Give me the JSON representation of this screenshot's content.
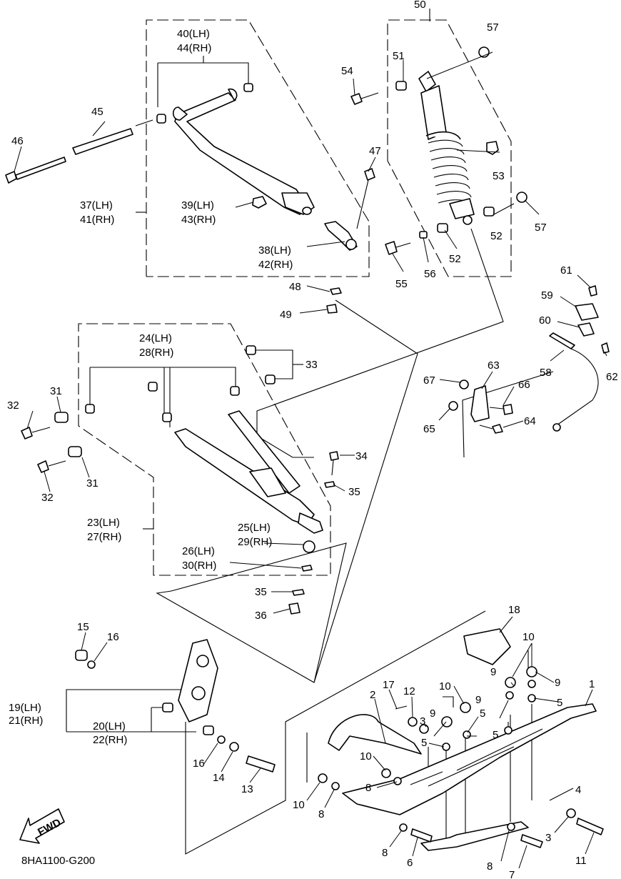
{
  "diagram_code": "8HA1100-G200",
  "fwd_label": "FWD",
  "callouts": [
    {
      "id": "c50",
      "text": "50"
    },
    {
      "id": "c57a",
      "text": "57"
    },
    {
      "id": "c51",
      "text": "51"
    },
    {
      "id": "c54",
      "text": "54"
    },
    {
      "id": "c40",
      "text": "40(LH)"
    },
    {
      "id": "c44",
      "text": "44(RH)"
    },
    {
      "id": "c45",
      "text": "45"
    },
    {
      "id": "c46",
      "text": "46"
    },
    {
      "id": "c47",
      "text": "47"
    },
    {
      "id": "c53",
      "text": "53"
    },
    {
      "id": "c37",
      "text": "37(LH)"
    },
    {
      "id": "c41",
      "text": "41(RH)"
    },
    {
      "id": "c39",
      "text": "39(LH)"
    },
    {
      "id": "c43",
      "text": "43(RH)"
    },
    {
      "id": "c57b",
      "text": "57"
    },
    {
      "id": "c52a",
      "text": "52"
    },
    {
      "id": "c52b",
      "text": "52"
    },
    {
      "id": "c38",
      "text": "38(LH)"
    },
    {
      "id": "c42",
      "text": "42(RH)"
    },
    {
      "id": "c55",
      "text": "55"
    },
    {
      "id": "c56",
      "text": "56"
    },
    {
      "id": "c48",
      "text": "48"
    },
    {
      "id": "c49",
      "text": "49"
    },
    {
      "id": "c61",
      "text": "61"
    },
    {
      "id": "c59",
      "text": "59"
    },
    {
      "id": "c60",
      "text": "60"
    },
    {
      "id": "c24",
      "text": "24(LH)"
    },
    {
      "id": "c28",
      "text": "28(RH)"
    },
    {
      "id": "c33",
      "text": "33"
    },
    {
      "id": "c58",
      "text": "58"
    },
    {
      "id": "c62",
      "text": "62"
    },
    {
      "id": "c67",
      "text": "67"
    },
    {
      "id": "c63",
      "text": "63"
    },
    {
      "id": "c66",
      "text": "66"
    },
    {
      "id": "c32a",
      "text": "32"
    },
    {
      "id": "c31a",
      "text": "31"
    },
    {
      "id": "c65",
      "text": "65"
    },
    {
      "id": "c64",
      "text": "64"
    },
    {
      "id": "c34",
      "text": "34"
    },
    {
      "id": "c35a",
      "text": "35"
    },
    {
      "id": "c32b",
      "text": "32"
    },
    {
      "id": "c31b",
      "text": "31"
    },
    {
      "id": "c23",
      "text": "23(LH)"
    },
    {
      "id": "c27",
      "text": "27(RH)"
    },
    {
      "id": "c25",
      "text": "25(LH)"
    },
    {
      "id": "c29",
      "text": "29(RH)"
    },
    {
      "id": "c26",
      "text": "26(LH)"
    },
    {
      "id": "c30",
      "text": "30(RH)"
    },
    {
      "id": "c35b",
      "text": "35"
    },
    {
      "id": "c36",
      "text": "36"
    },
    {
      "id": "c18",
      "text": "18"
    },
    {
      "id": "c15",
      "text": "15"
    },
    {
      "id": "c16a",
      "text": "16"
    },
    {
      "id": "c10a",
      "text": "10"
    },
    {
      "id": "c9a",
      "text": "9"
    },
    {
      "id": "c9b",
      "text": "9"
    },
    {
      "id": "c1",
      "text": "1"
    },
    {
      "id": "c19",
      "text": "19(LH)"
    },
    {
      "id": "c21",
      "text": "21(RH)"
    },
    {
      "id": "c17",
      "text": "17"
    },
    {
      "id": "c12",
      "text": "12"
    },
    {
      "id": "c10b",
      "text": "10"
    },
    {
      "id": "c5a",
      "text": "5"
    },
    {
      "id": "c2",
      "text": "2"
    },
    {
      "id": "c3a",
      "text": "3"
    },
    {
      "id": "c9c",
      "text": "9"
    },
    {
      "id": "c9d",
      "text": "9"
    },
    {
      "id": "c5b",
      "text": "5"
    },
    {
      "id": "c5c",
      "text": "5"
    },
    {
      "id": "c20",
      "text": "20(LH)"
    },
    {
      "id": "c22",
      "text": "22(RH)"
    },
    {
      "id": "c5d",
      "text": "5"
    },
    {
      "id": "c16b",
      "text": "16"
    },
    {
      "id": "c14",
      "text": "14"
    },
    {
      "id": "c10c",
      "text": "10"
    },
    {
      "id": "c8a",
      "text": "8"
    },
    {
      "id": "c13",
      "text": "13"
    },
    {
      "id": "c4",
      "text": "4"
    },
    {
      "id": "c10d",
      "text": "10"
    },
    {
      "id": "c8b",
      "text": "8"
    },
    {
      "id": "c3b",
      "text": "3"
    },
    {
      "id": "c8c",
      "text": "8"
    },
    {
      "id": "c6",
      "text": "6"
    },
    {
      "id": "c11",
      "text": "11"
    },
    {
      "id": "c8d",
      "text": "8"
    },
    {
      "id": "c7",
      "text": "7"
    }
  ]
}
